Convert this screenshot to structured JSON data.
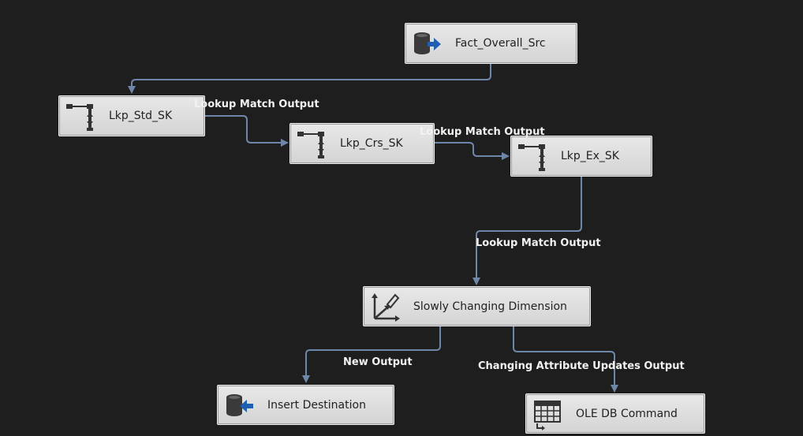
{
  "components": {
    "fact_overall_src": {
      "label": "Fact_Overall_Src",
      "icon": "ole-db-source-icon"
    },
    "lkp_std_sk": {
      "label": "Lkp_Std_SK",
      "icon": "lookup-icon"
    },
    "lkp_crs_sk": {
      "label": "Lkp_Crs_SK",
      "icon": "lookup-icon"
    },
    "lkp_ex_sk": {
      "label": "Lkp_Ex_SK",
      "icon": "lookup-icon"
    },
    "scd": {
      "label": "Slowly Changing Dimension",
      "icon": "slowly-changing-dimension-icon"
    },
    "insert_destination": {
      "label": "Insert Destination",
      "icon": "ole-db-destination-icon"
    },
    "ole_db_command": {
      "label": "OLE DB Command",
      "icon": "ole-db-command-icon"
    }
  },
  "paths": {
    "std_to_crs": "Lookup Match Output",
    "crs_to_ex": "Lookup Match Output",
    "ex_to_scd": "Lookup Match Output",
    "scd_to_insert": "New Output",
    "scd_to_command": "Changing Attribute Updates Output"
  },
  "colors": {
    "canvas_background": "#1e1e1e",
    "connector": "#6e86a8",
    "path_label": "#f2f2f2"
  }
}
